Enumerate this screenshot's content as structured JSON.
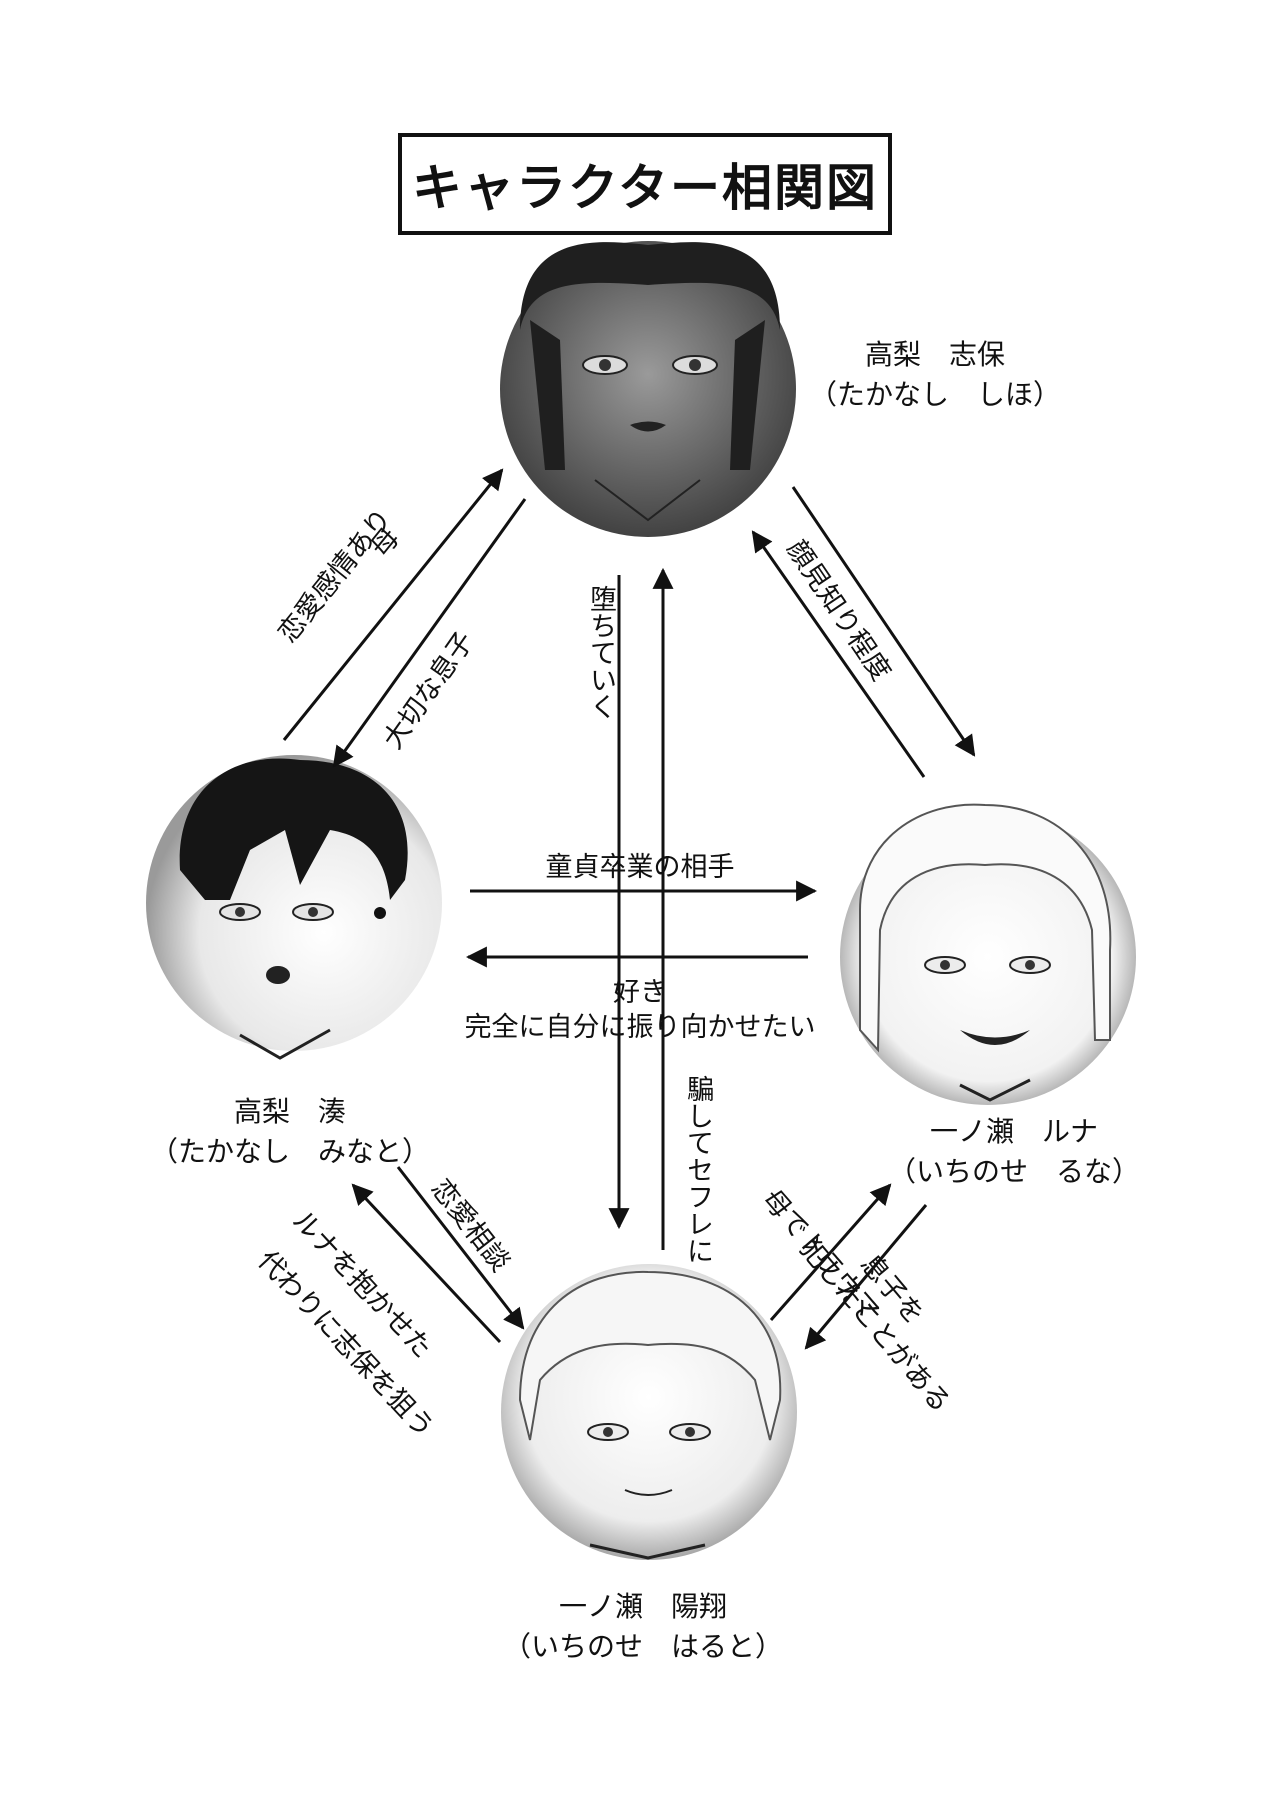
{
  "title": "キャラクター相関図",
  "characters": {
    "shiho": {
      "name": "高梨　志保",
      "reading": "（たかなし　しほ）",
      "icon": "portrait-shiho"
    },
    "minato": {
      "name": "高梨　湊",
      "reading": "（たかなし　みなと）",
      "icon": "portrait-minato"
    },
    "runa": {
      "name": "一ノ瀬　ルナ",
      "reading": "（いちのせ　るな）",
      "icon": "portrait-runa"
    },
    "haruto": {
      "name": "一ノ瀬　陽翔",
      "reading": "（いちのせ　はると）",
      "icon": "portrait-haruto"
    }
  },
  "relations": {
    "minato_to_shiho": {
      "line1": "母",
      "line2": "恋愛感情あり"
    },
    "shiho_to_minato": "大切な息子",
    "shiho_to_haruto": "堕ちていく",
    "haruto_to_shiho": "騙してセフレに",
    "shiho_runa": "顔見知り程度",
    "minato_to_runa": "童貞卒業の相手",
    "runa_to_minato": {
      "line1": "好き",
      "line2": "完全に自分に振り向かせたい"
    },
    "minato_to_haruto": "恋愛相談",
    "haruto_to_minato": {
      "line1": "ルナを抱かせた",
      "line2": "代わりに志保を狙う"
    },
    "haruto_to_runa": "母でトラウマ",
    "runa_to_haruto": {
      "line1": "息子を",
      "line2": "犯したことがある"
    }
  },
  "colors": {
    "ink": "#111111",
    "background": "#ffffff"
  }
}
